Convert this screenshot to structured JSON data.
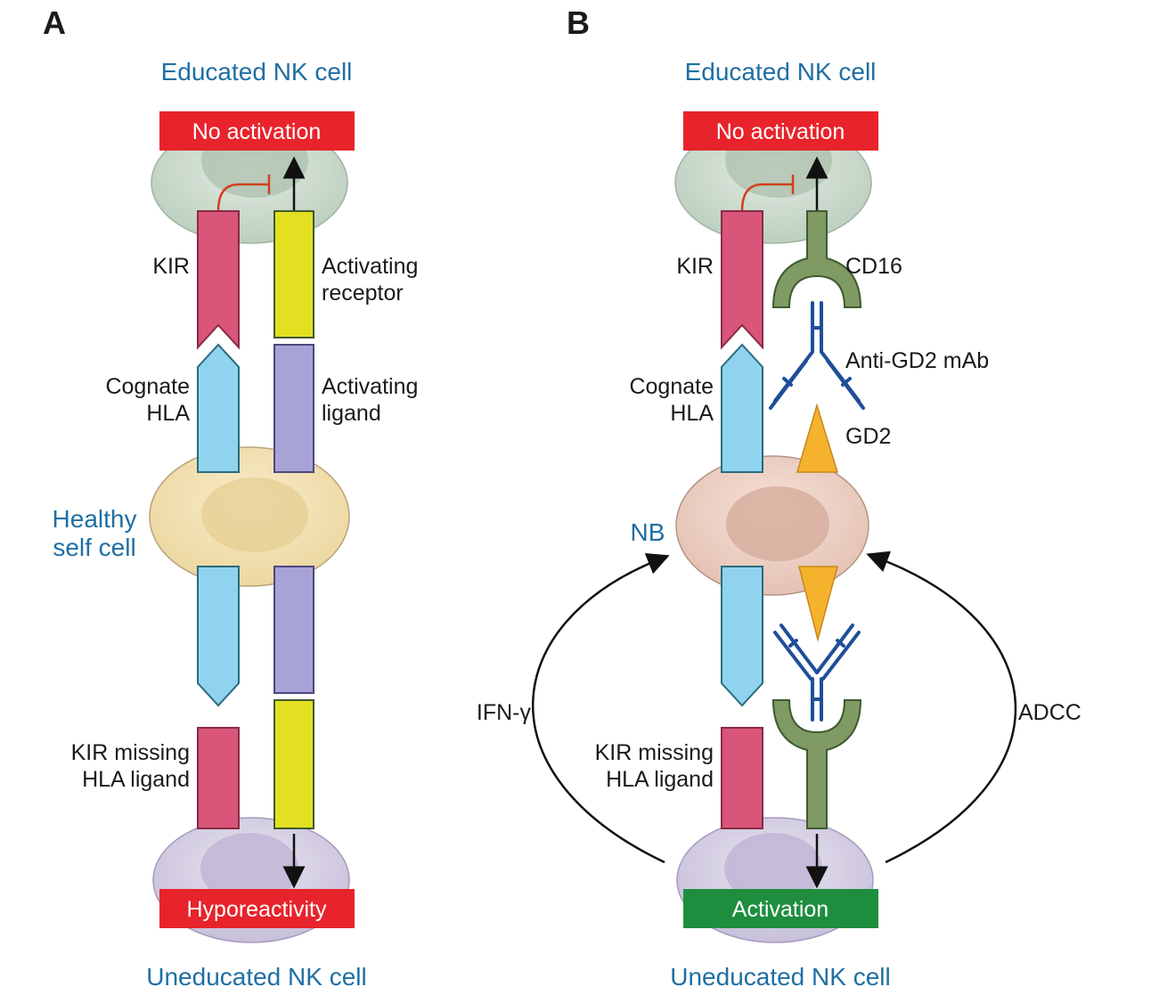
{
  "figure": {
    "panels": [
      {
        "letter": "A",
        "top_cell": {
          "title": "Educated NK cell",
          "badge": "No activation",
          "badge_color": "#e8232b"
        },
        "middle_cell": {
          "title_line1": "Healthy",
          "title_line2": "self cell"
        },
        "bottom_cell": {
          "title": "Uneducated NK cell",
          "badge": "Hyporeactivity",
          "badge_color": "#e8232b"
        },
        "labels": {
          "kir": "KIR",
          "activating_receptor_1": "Activating",
          "activating_receptor_2": "receptor",
          "cognate_hla_1": "Cognate",
          "cognate_hla_2": "HLA",
          "activating_ligand_1": "Activating",
          "activating_ligand_2": "ligand",
          "kir_missing_1": "KIR missing",
          "kir_missing_2": "HLA ligand"
        }
      },
      {
        "letter": "B",
        "top_cell": {
          "title": "Educated NK cell",
          "badge": "No activation",
          "badge_color": "#e8232b"
        },
        "middle_cell": {
          "title": "NB"
        },
        "bottom_cell": {
          "title": "Uneducated NK cell",
          "badge": "Activation",
          "badge_color": "#1e8e3e"
        },
        "labels": {
          "kir": "KIR",
          "cd16": "CD16",
          "anti_gd2": "Anti-GD2 mAb",
          "cognate_hla_1": "Cognate",
          "cognate_hla_2": "HLA",
          "gd2": "GD2",
          "kir_missing_1": "KIR missing",
          "kir_missing_2": "HLA ligand",
          "left_arrow": "IFN-γ",
          "right_arrow": "ADCC"
        }
      }
    ],
    "colors": {
      "title_blue": "#1f6fa3",
      "kir_pink": "#d9557a",
      "activating_yellow": "#e3e021",
      "hla_blue": "#8fd3ef",
      "ligand_purple": "#a7a3d6",
      "cd16_green": "#7f9a62",
      "antibody_blue": "#1f4f9a",
      "gd2_orange": "#f4b22d",
      "educated_cell": "#cfdcd0",
      "healthy_cell": "#f3e2b6",
      "nb_cell": "#efd2c8",
      "uneducated_cell": "#d6d0e4"
    }
  }
}
